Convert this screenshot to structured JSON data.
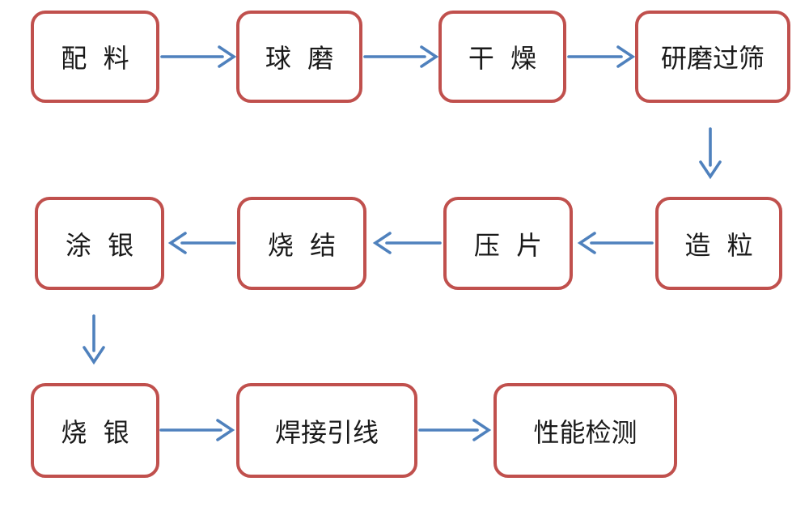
{
  "diagram": {
    "type": "flowchart",
    "title": "",
    "nodes": [
      {
        "id": "batching",
        "label": "配 料"
      },
      {
        "id": "ball-milling",
        "label": "球 磨"
      },
      {
        "id": "drying",
        "label": "干 燥"
      },
      {
        "id": "grinding-sieving",
        "label": "研磨过筛"
      },
      {
        "id": "silver-coating",
        "label": "涂 银"
      },
      {
        "id": "sintering",
        "label": "烧 结"
      },
      {
        "id": "pressing",
        "label": "压 片"
      },
      {
        "id": "granulation",
        "label": "造 粒"
      },
      {
        "id": "silver-firing",
        "label": "烧 银"
      },
      {
        "id": "lead-welding",
        "label": "焊接引线"
      },
      {
        "id": "performance-testing",
        "label": "性能检测"
      }
    ],
    "edges": [
      {
        "from": "batching",
        "to": "ball-milling"
      },
      {
        "from": "ball-milling",
        "to": "drying"
      },
      {
        "from": "drying",
        "to": "grinding-sieving"
      },
      {
        "from": "grinding-sieving",
        "to": "granulation"
      },
      {
        "from": "granulation",
        "to": "pressing"
      },
      {
        "from": "pressing",
        "to": "sintering"
      },
      {
        "from": "sintering",
        "to": "silver-coating"
      },
      {
        "from": "silver-coating",
        "to": "silver-firing"
      },
      {
        "from": "silver-firing",
        "to": "lead-welding"
      },
      {
        "from": "lead-welding",
        "to": "performance-testing"
      }
    ]
  },
  "colors": {
    "box_border": "#C0504D",
    "arrow": "#4F81BD",
    "text": "#1A1A1A",
    "background": "#FFFFFF"
  }
}
